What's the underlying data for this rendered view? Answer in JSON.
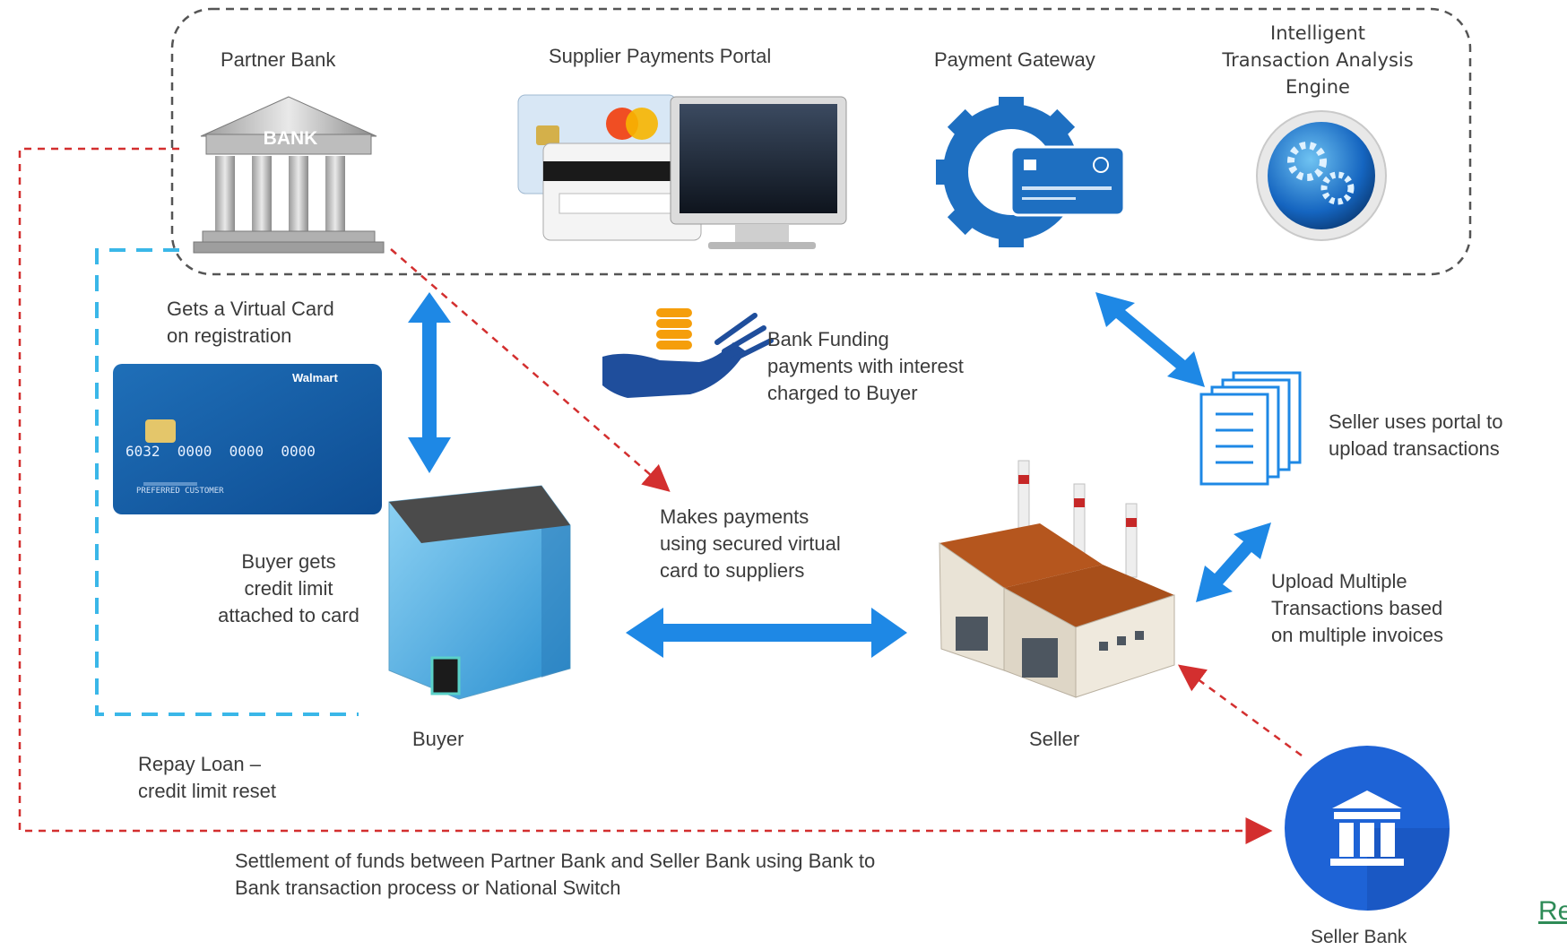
{
  "top_group": {
    "partner_bank": "Partner Bank",
    "bank_sign": "BANK",
    "portal": "Supplier Payments Portal",
    "gateway": "Payment Gateway",
    "itae": "Intelligent\nTransaction Analysis\nEngine"
  },
  "virtual_card": {
    "label": "Gets a Virtual Card\non registration",
    "brand": "Walmart",
    "number": "6032  0000  0000  0000",
    "tagline": "PREFERRED CUSTOMER"
  },
  "buyer_credit": "Buyer gets\ncredit limit\nattached to card",
  "buyer": "Buyer",
  "seller": "Seller",
  "seller_bank": "Seller Bank",
  "bank_funding": "Bank Funding\npayments with interest\ncharged to Buyer",
  "makes_payments": "Makes payments\nusing secured virtual\ncard to suppliers",
  "seller_portal": "Seller uses portal to\nupload transactions",
  "upload_multiple": "Upload Multiple\nTransactions based\non multiple invoices",
  "repay": "Repay Loan –\ncredit limit reset",
  "settlement": "Settlement of funds between Partner Bank and Seller Bank using Bank to\nBank transaction process or National Switch",
  "corner_link": "Re",
  "colors": {
    "blue_arrow": "#1e88e5",
    "red_dash": "#d32f2f",
    "cyan_dash": "#3ab7e8",
    "grey_dash": "#555555",
    "navy": "#1f4e9c"
  }
}
